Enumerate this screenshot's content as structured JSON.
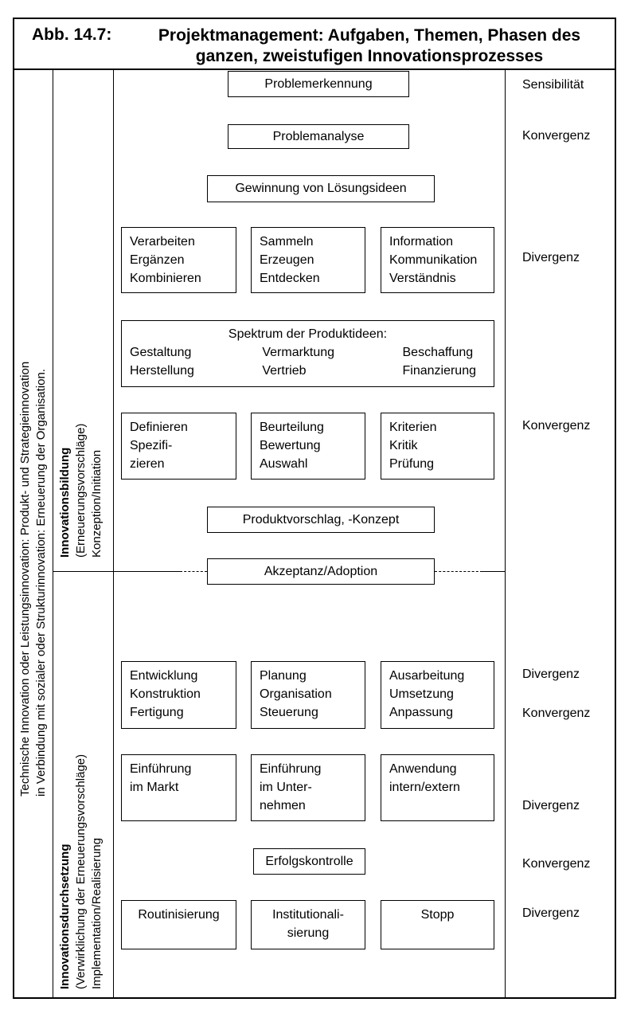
{
  "title": {
    "label": "Abb. 14.7:",
    "text": "Projektmanagement: Aufgaben, Themen, Phasen des ganzen, zweistufigen Innovationsprozesses"
  },
  "left_outer": {
    "line1": "Technische Innovation oder Leistungsinnovation: Produkt- und Strategieinnovation",
    "line2": "in Verbindung mit sozialer oder Strukturinnovation: Erneuerung der Organisation."
  },
  "phase1": {
    "title": "Innovationsbildung",
    "sub1": "(Erneuerungsvorschläge)",
    "sub2": "Konzeption/Initiation"
  },
  "phase2": {
    "title": "Innovationsdurchsetzung",
    "sub1": "(Verwirklichung der Erneuerungsvorschläge)",
    "sub2": "Implementation/Realisierung"
  },
  "steps": {
    "problemerkennung": "Problemerkennung",
    "problemanalyse": "Problemanalyse",
    "gewinnung": "Gewinnung von Lösungsideen",
    "produktvorschlag": "Produktvorschlag, -Konzept",
    "akzeptanz": "Akzeptanz/Adoption",
    "erfolgskontrolle": "Erfolgskontrolle"
  },
  "group1": [
    [
      "Verarbeiten",
      "Ergänzen",
      "Kombinieren"
    ],
    [
      "Sammeln",
      "Erzeugen",
      "Entdecken"
    ],
    [
      "Information",
      "Kommunikation",
      "Verständnis"
    ]
  ],
  "spectrum": {
    "title": "Spektrum der Produktideen:",
    "cols": [
      [
        "Gestaltung",
        "Herstellung"
      ],
      [
        "Vermarktung",
        "Vertrieb"
      ],
      [
        "Beschaffung",
        "Finanzierung"
      ]
    ]
  },
  "group2": [
    [
      "Definieren",
      "Spezifi-",
      "zieren"
    ],
    [
      "Beurteilung",
      "Bewertung",
      "Auswahl"
    ],
    [
      "Kriterien",
      "Kritik",
      "Prüfung"
    ]
  ],
  "group3": [
    [
      "Entwicklung",
      "Konstruktion",
      "Fertigung"
    ],
    [
      "Planung",
      "Organisation",
      "Steuerung"
    ],
    [
      "Ausarbeitung",
      "Umsetzung",
      "Anpassung"
    ]
  ],
  "group4": [
    [
      "Einführung",
      "im Markt"
    ],
    [
      "Einführung",
      "im Unter-",
      "nehmen"
    ],
    [
      "Anwendung",
      "intern/extern"
    ]
  ],
  "group5": [
    [
      "Routinisierung"
    ],
    [
      "Institutionali-",
      "sierung"
    ],
    [
      "Stopp"
    ]
  ],
  "right": {
    "sensibilitaet": "Sensibilität",
    "konvergenz1": "Konvergenz",
    "divergenz1": "Divergenz",
    "konvergenz2": "Konvergenz",
    "divergenz2": "Divergenz",
    "konvergenz3": "Konvergenz",
    "divergenz3": "Divergenz",
    "konvergenz4": "Konvergenz",
    "divergenz4": "Divergenz"
  }
}
